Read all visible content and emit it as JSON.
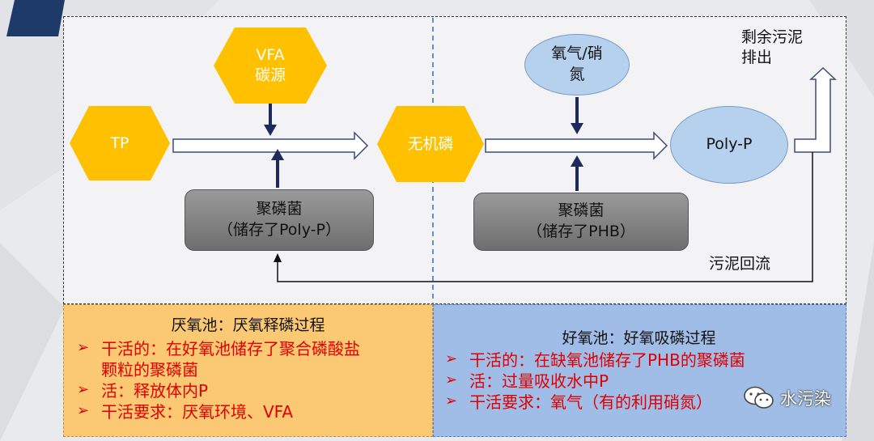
{
  "colors": {
    "hexagon": "#ffc000",
    "gray_box": "#7f7f7f",
    "ellipse": "#b6d1ee",
    "anaerobic_panel": "#fbc974",
    "aerobic_panel": "#9fbde6",
    "bullet_text": "#e00000",
    "arrow_navy": "#1f2a5c"
  },
  "nodes": {
    "vfa": [
      "VFA",
      "碳源"
    ],
    "tp": "TP",
    "inorganic_p": "无机磷",
    "oxygen": [
      "氧气/硝",
      "氮"
    ],
    "polyp": "Poly-P",
    "pao_anaerobic": [
      "聚磷菌",
      "（储存了Poly-P）"
    ],
    "pao_aerobic": [
      "聚磷菌",
      "（储存了PHB）"
    ]
  },
  "labels": {
    "sludge_discharge": [
      "剩余污泥",
      "排出"
    ],
    "sludge_return": "污泥回流"
  },
  "anaerobic": {
    "title": "厌氧池：厌氧释磷过程",
    "bullets": [
      [
        "干活的：在好氧池储存了聚合磷酸盐",
        "颗粒的聚磷菌"
      ],
      [
        "活：释放体内P"
      ],
      [
        "干活要求：厌氧环境、VFA"
      ]
    ]
  },
  "aerobic": {
    "title": "好氧池：好氧吸磷过程",
    "bullets": [
      [
        "干活的：在缺氧池储存了PHB的聚磷菌"
      ],
      [
        "活：过量吸收水中P"
      ],
      [
        "干活要求：氧气（有的利用硝氮）"
      ]
    ]
  },
  "watermark": "水污染",
  "icons": [
    "bullet-arrow-icon",
    "wechat-icon"
  ]
}
